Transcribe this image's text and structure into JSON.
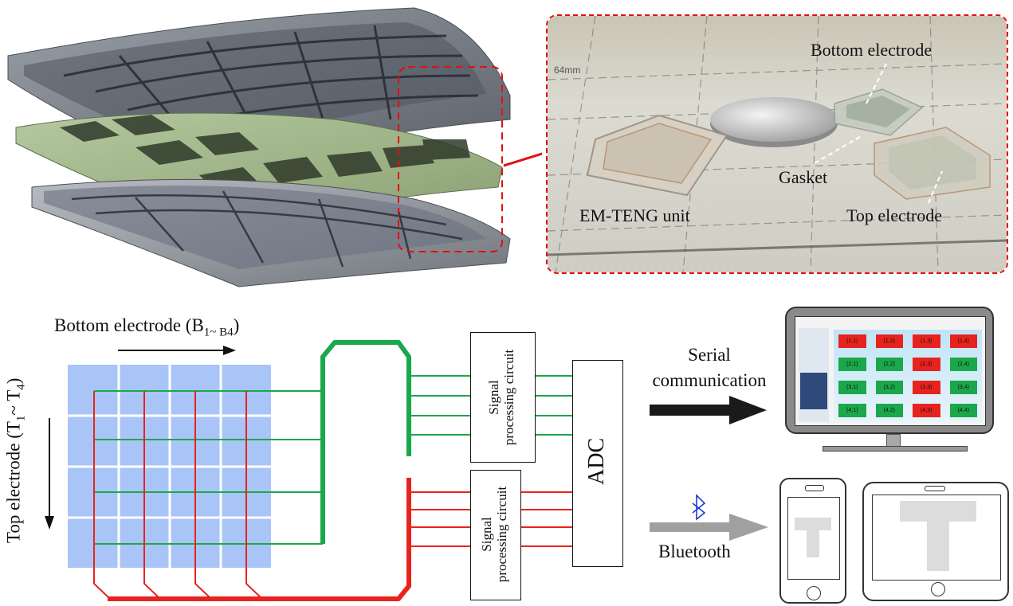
{
  "photo": {
    "labels": {
      "bottom_electrode": "Bottom electrode",
      "gasket": "Gasket",
      "unit": "EM-TENG unit",
      "top_electrode": "Top electrode"
    },
    "ruler_text": "64mm"
  },
  "schematic": {
    "bottom_axis_label": "Bottom electrode (B",
    "bottom_axis_range": "1~ B",
    "bottom_axis_sub_end": "4",
    "top_axis_label": "Top electrode (T",
    "top_axis_range_sub1": "1",
    "top_axis_mid": "~ T",
    "top_axis_sub_end": "4",
    "paren_close": ")",
    "signal_circuit_line1": "Signal",
    "signal_circuit_line2": "processing circuit",
    "adc": "ADC",
    "serial_line1": "Serial",
    "serial_line2": "communication",
    "bluetooth": "Bluetooth"
  },
  "monitor_grid": {
    "cells": [
      [
        "(1,1)",
        "(1,2)",
        "(1,3)",
        "(1,4)"
      ],
      [
        "(2,1)",
        "(2,2)",
        "(2,3)",
        "(2,4)"
      ],
      [
        "(3,1)",
        "(3,2)",
        "(3,3)",
        "(3,4)"
      ],
      [
        "(4,1)",
        "(4,2)",
        "(4,3)",
        "(4,4)"
      ]
    ],
    "states": [
      [
        "red",
        "red",
        "red",
        "red"
      ],
      [
        "green",
        "green",
        "red",
        "green"
      ],
      [
        "green",
        "green",
        "red",
        "green"
      ],
      [
        "green",
        "green",
        "red",
        "green"
      ]
    ]
  },
  "colors": {
    "green": "#1aa84a",
    "red": "#e8231e",
    "grid_blue": "#a9c5f7",
    "dash_red": "#e01010"
  }
}
